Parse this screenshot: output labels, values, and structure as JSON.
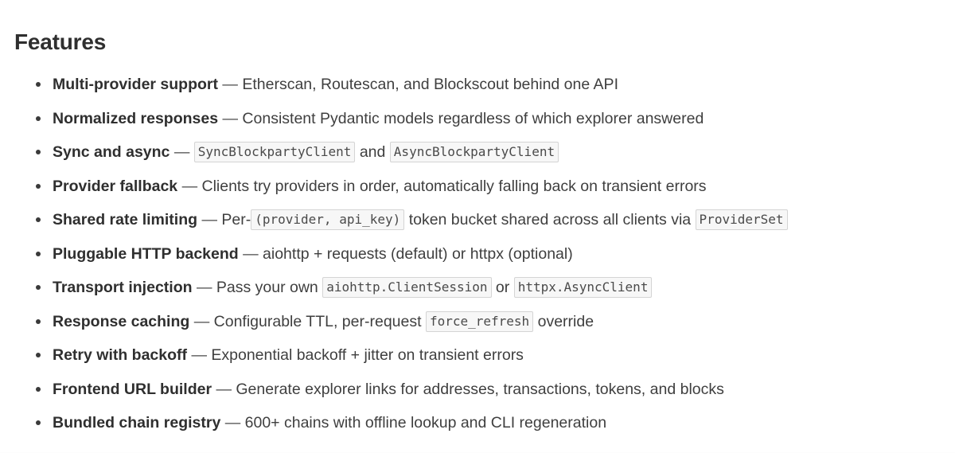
{
  "document": {
    "heading": "Features",
    "bullet_glyph": "•",
    "separator": "—",
    "colors": {
      "background": "#ffffff",
      "heading": "#2f2f2f",
      "body_text": "#3f3f3f",
      "code_background": "#f7f7f7",
      "code_border": "#d4d4d4",
      "code_text": "#4a4a4a"
    }
  },
  "features": [
    {
      "term": "Multi-provider support",
      "parts": [
        {
          "kind": "text",
          "value": "Etherscan, Routescan, and Blockscout behind one API"
        }
      ]
    },
    {
      "term": "Normalized responses",
      "parts": [
        {
          "kind": "text",
          "value": "Consistent Pydantic models regardless of which explorer answered"
        }
      ]
    },
    {
      "term": "Sync and async",
      "parts": [
        {
          "kind": "code",
          "value": "SyncBlockpartyClient"
        },
        {
          "kind": "text",
          "value": "and"
        },
        {
          "kind": "code",
          "value": "AsyncBlockpartyClient"
        }
      ]
    },
    {
      "term": "Provider fallback",
      "parts": [
        {
          "kind": "text",
          "value": "Clients try providers in order, automatically falling back on transient errors"
        }
      ]
    },
    {
      "term": "Shared rate limiting",
      "parts": [
        {
          "kind": "text-tight-after",
          "value": "Per-"
        },
        {
          "kind": "code",
          "value": "(provider, api_key)"
        },
        {
          "kind": "text",
          "value": "token bucket shared across all clients via"
        },
        {
          "kind": "code",
          "value": "ProviderSet"
        }
      ]
    },
    {
      "term": "Pluggable HTTP backend",
      "parts": [
        {
          "kind": "text",
          "value": "aiohttp + requests (default) or httpx (optional)"
        }
      ]
    },
    {
      "term": "Transport injection",
      "parts": [
        {
          "kind": "text",
          "value": "Pass your own"
        },
        {
          "kind": "code",
          "value": "aiohttp.ClientSession"
        },
        {
          "kind": "text",
          "value": "or"
        },
        {
          "kind": "code",
          "value": "httpx.AsyncClient"
        }
      ]
    },
    {
      "term": "Response caching",
      "parts": [
        {
          "kind": "text",
          "value": "Configurable TTL, per-request"
        },
        {
          "kind": "code",
          "value": "force_refresh"
        },
        {
          "kind": "text",
          "value": "override"
        }
      ]
    },
    {
      "term": "Retry with backoff",
      "parts": [
        {
          "kind": "text",
          "value": "Exponential backoff + jitter on transient errors"
        }
      ]
    },
    {
      "term": "Frontend URL builder",
      "parts": [
        {
          "kind": "text",
          "value": "Generate explorer links for addresses, transactions, tokens, and blocks"
        }
      ]
    },
    {
      "term": "Bundled chain registry",
      "parts": [
        {
          "kind": "text",
          "value": "600+ chains with offline lookup and CLI regeneration"
        }
      ]
    }
  ]
}
